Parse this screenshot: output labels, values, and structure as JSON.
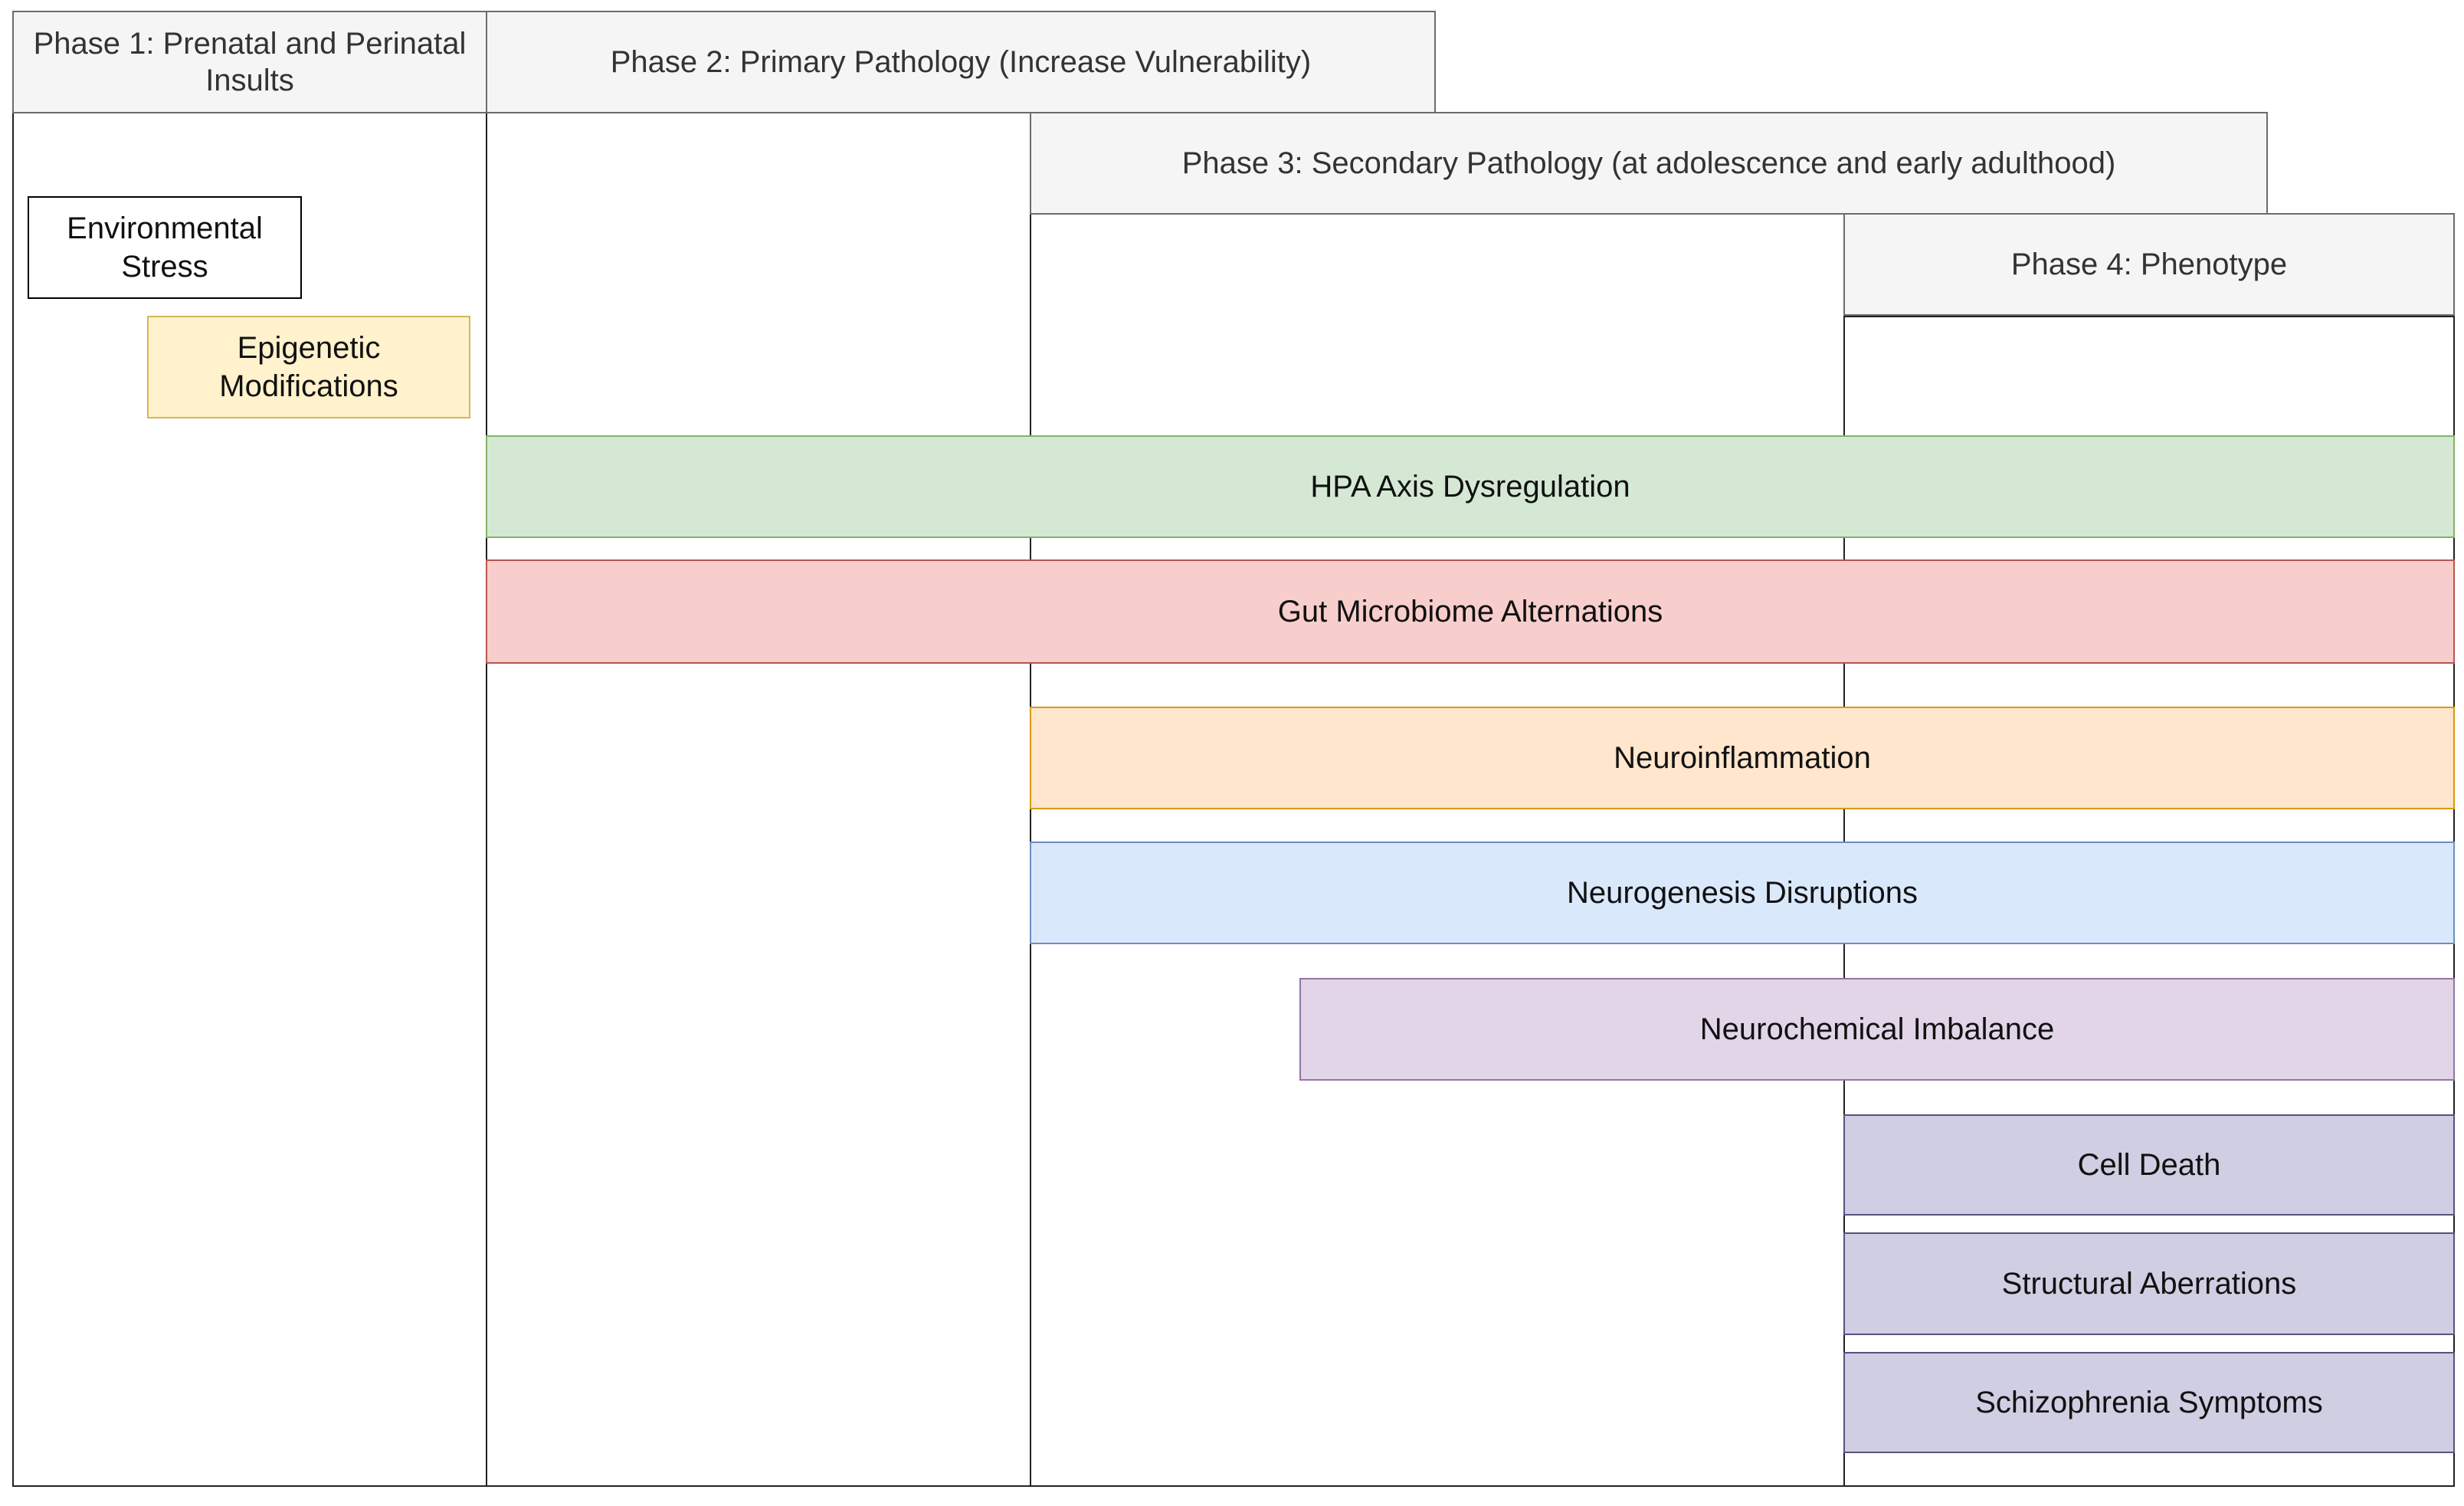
{
  "phases": {
    "phase1": "Phase 1: Prenatal and Perinatal Insults",
    "phase2": "Phase 2: Primary Pathology (Increase Vulnerability)",
    "phase3": "Phase 3: Secondary Pathology (at adolescence and early adulthood)",
    "phase4": "Phase 4: Phenotype"
  },
  "boxes": {
    "environmental_stress": "Environmental Stress",
    "epigenetic_modifications": "Epigenetic Modifications",
    "hpa_axis": "HPA Axis Dysregulation",
    "gut_microbiome": "Gut Microbiome Alternations",
    "neuroinflammation": "Neuroinflammation",
    "neurogenesis": "Neurogenesis Disruptions",
    "neurochemical": "Neurochemical Imbalance",
    "cell_death": "Cell Death",
    "structural": "Structural Aberrations",
    "symptoms": "Schizophrenia Symptoms"
  },
  "colors": {
    "header_fill": "#f5f5f5",
    "environmental_stress": "#ffffff",
    "epigenetic": "#fff2cc",
    "hpa": "#d5e8d4",
    "gut": "#f8cecc",
    "neuroinflammation": "#ffe6cc",
    "neurogenesis": "#dae8fc",
    "neurochemical": "#e1d5e7",
    "phenotype_boxes": "#d0cee2"
  }
}
